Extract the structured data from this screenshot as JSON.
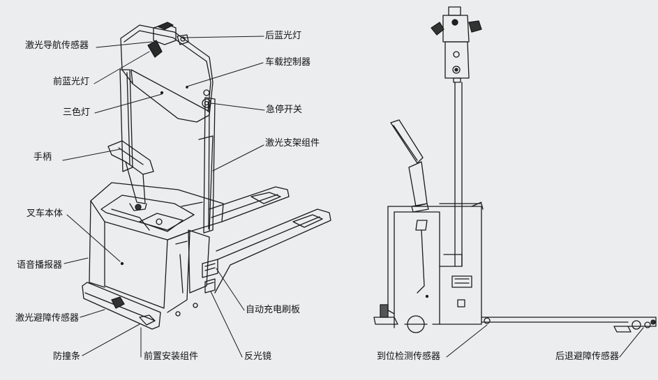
{
  "labels": {
    "laser_nav_sensor": "激光导航传感器",
    "front_blue_light": "前蓝光灯",
    "tricolor_light": "三色灯",
    "handle": "手柄",
    "forklift_body": "叉车本体",
    "voice_player": "语音播报器",
    "laser_obstacle_sensor": "激光避障传感器",
    "bumper_strip": "防撞条",
    "front_mount_assembly": "前置安装组件",
    "reflector": "反光镜",
    "auto_charge_brush": "自动充电刷板",
    "rear_blue_light": "后蓝光灯",
    "vehicle_controller": "车载控制器",
    "emergency_stop": "急停开关",
    "laser_bracket_assembly": "激光支架组件",
    "position_detect_sensor": "到位检测传感器",
    "rear_obstacle_sensor": "后退避障传感器"
  }
}
